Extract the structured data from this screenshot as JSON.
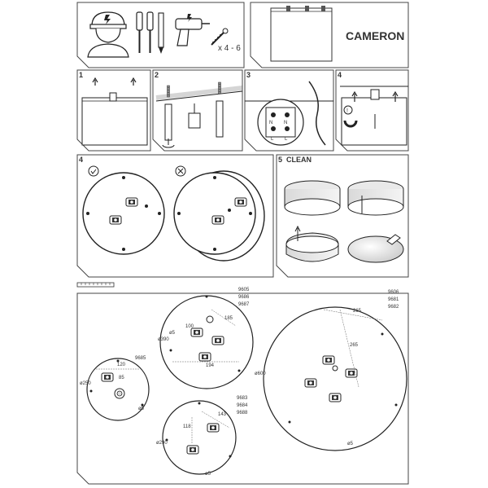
{
  "header": {
    "title": "CAMERON",
    "screw_count": "x 4 - 6"
  },
  "steps": {
    "s1": "1",
    "s2": "2",
    "s3": "3",
    "s4a": "4",
    "s4b": "4",
    "s5": "5",
    "clean": "CLEAN"
  },
  "terminal": {
    "n": "N",
    "l": "L"
  },
  "dimensions": {
    "group_medium": [
      "9605",
      "9686",
      "9687"
    ],
    "group_large": [
      "9606",
      "9681",
      "9682"
    ],
    "group_small": [
      "9685"
    ],
    "group_small2": [
      "9683",
      "9684",
      "9688"
    ],
    "medium": {
      "diam": "ø390",
      "d1": "185",
      "d2": "194",
      "d3": "100",
      "hole": "ø5"
    },
    "large": {
      "diam": "ø600",
      "d1": "265",
      "d2": "265",
      "hole": "ø5"
    },
    "small": {
      "diam": "ø250",
      "d1": "120",
      "d2": "85",
      "hole": "ø5"
    },
    "small2": {
      "diam": "ø290",
      "d1": "143",
      "d2": "118",
      "hole": "ø5"
    }
  }
}
